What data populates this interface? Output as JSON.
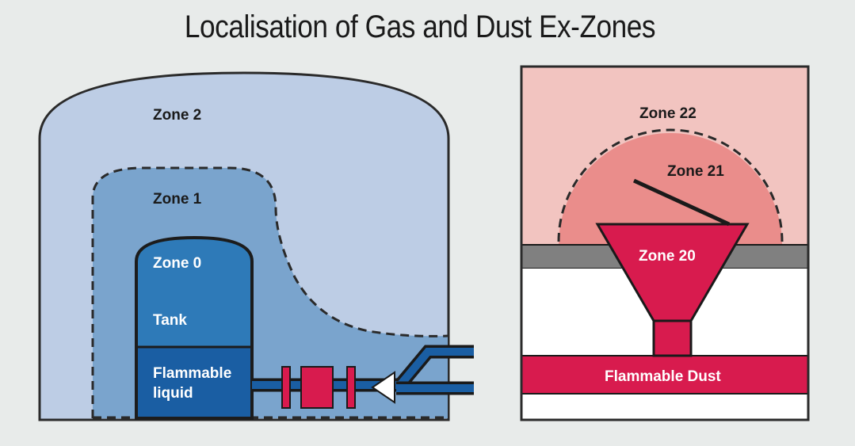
{
  "title": "Localisation of Gas and Dust Ex-Zones",
  "gas_diagram": {
    "zone2_label": "Zone 2",
    "zone1_label": "Zone 1",
    "zone0_label": "Zone 0",
    "tank_label": "Tank",
    "liquid_label_line1": "Flammable",
    "liquid_label_line2": "liquid"
  },
  "dust_diagram": {
    "zone22_label": "Zone 22",
    "zone21_label": "Zone 21",
    "zone20_label": "Zone 20",
    "dust_label": "Flammable Dust"
  },
  "colors": {
    "zone2": "#bdcde5",
    "zone1": "#7aa4cd",
    "zone0": "#2e7ab8",
    "liquid": "#1a5ea3",
    "pipe": "#1a5ea3",
    "valve": "#d81b4e",
    "zone22": "#f2c4c0",
    "zone21": "#ea8d8b",
    "zone20": "#d81b4e",
    "floor": "#808080"
  }
}
